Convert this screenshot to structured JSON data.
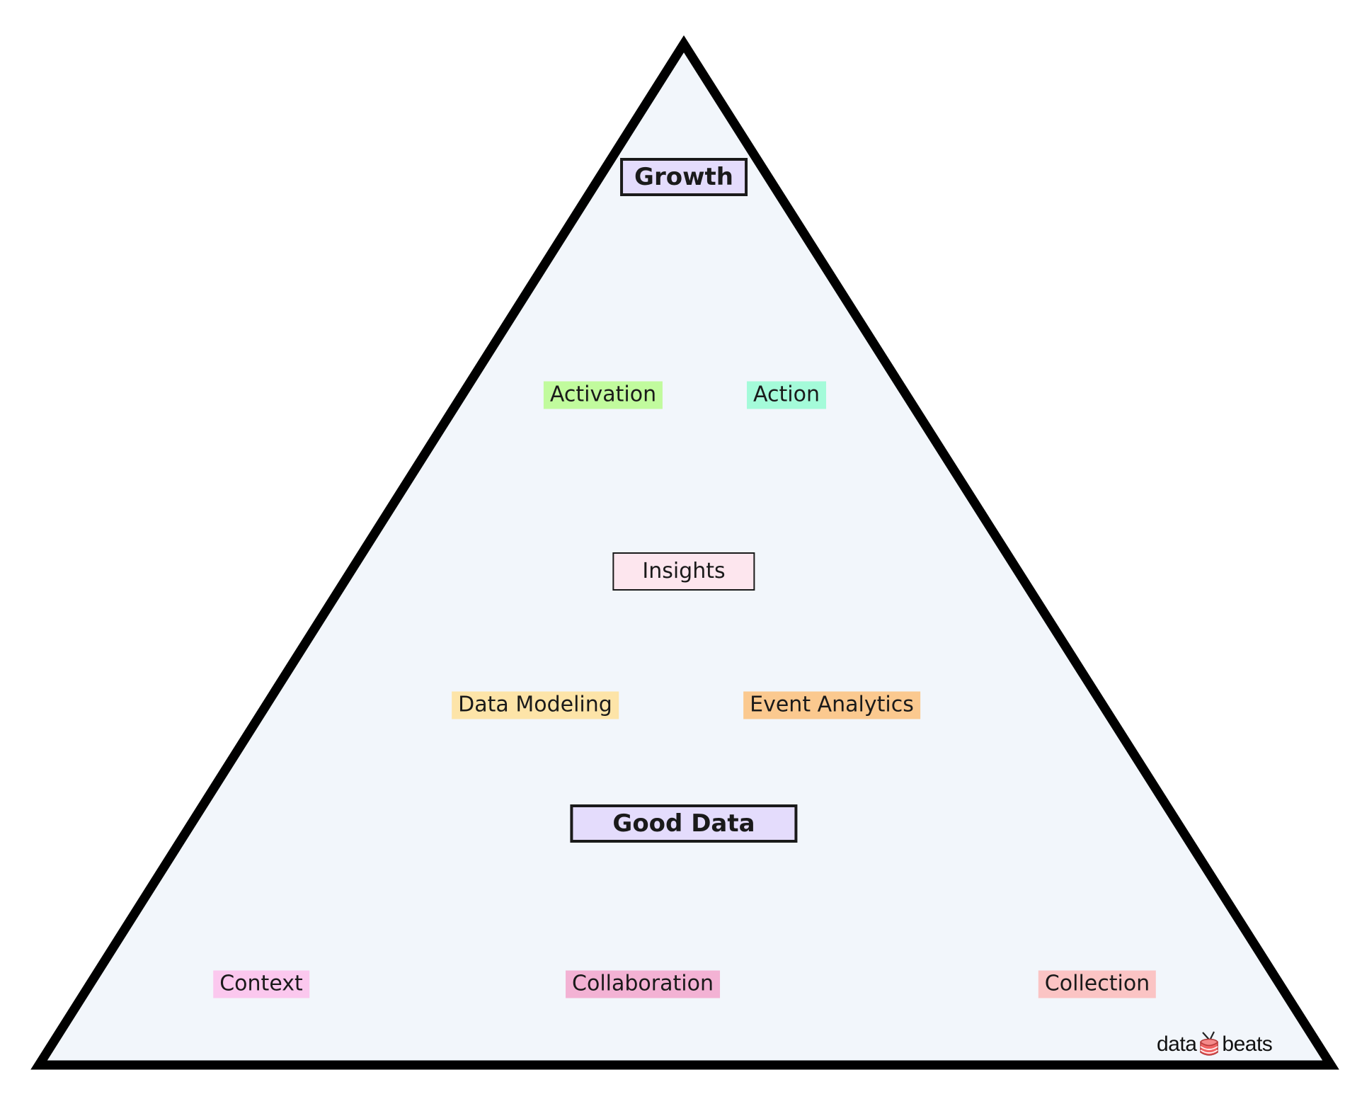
{
  "diagram": {
    "type": "pyramid",
    "colors": {
      "fill": "#f2f6fb",
      "stroke": "#000000"
    },
    "nodes": [
      {
        "id": "growth",
        "label": "Growth",
        "style": "bold-boxed",
        "color": "#e4dcfc"
      },
      {
        "id": "activation",
        "label": "Activation",
        "style": "tag",
        "color": "#c1fb9d"
      },
      {
        "id": "action",
        "label": "Action",
        "style": "tag",
        "color": "#a4fbd9"
      },
      {
        "id": "insights",
        "label": "Insights",
        "style": "boxed",
        "color": "#fde6ee"
      },
      {
        "id": "data_modeling",
        "label": "Data Modeling",
        "style": "tag",
        "color": "#fde4a8"
      },
      {
        "id": "event_analytics",
        "label": "Event Analytics",
        "style": "tag",
        "color": "#fbc98f"
      },
      {
        "id": "good_data",
        "label": "Good Data",
        "style": "bold-boxed",
        "color": "#e4dcfc"
      },
      {
        "id": "context",
        "label": "Context",
        "style": "tag",
        "color": "#fbc8ee"
      },
      {
        "id": "collaboration",
        "label": "Collaboration",
        "style": "tag",
        "color": "#f3b2d4"
      },
      {
        "id": "collection",
        "label": "Collection",
        "style": "tag",
        "color": "#fbc4c4"
      }
    ]
  },
  "brand": {
    "left": "data",
    "right": "beats",
    "icon": "drum-icon"
  }
}
